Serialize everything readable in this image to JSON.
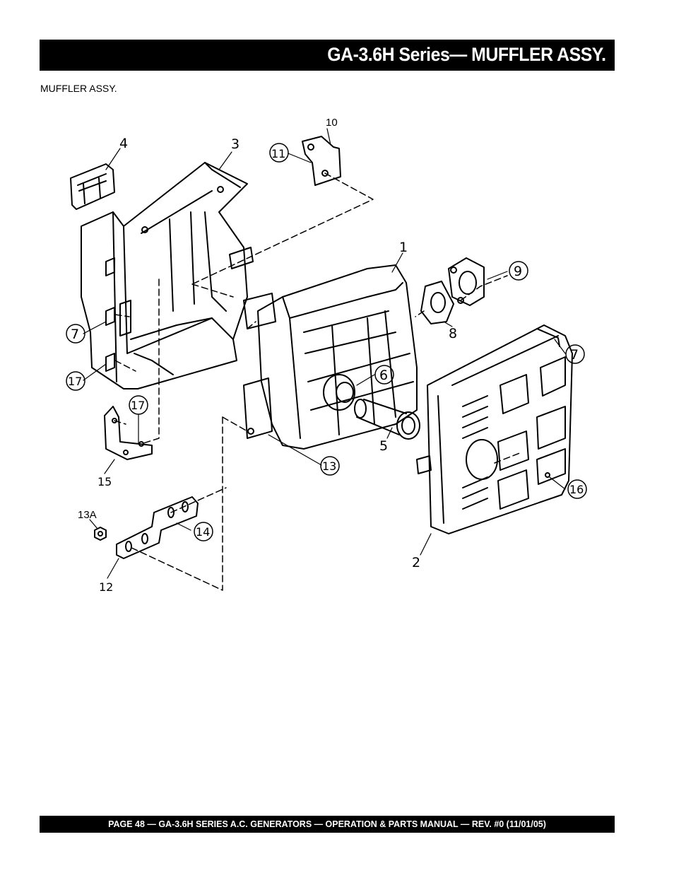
{
  "header": {
    "title": "GA-3.6H Series— MUFFLER ASSY."
  },
  "section": {
    "label": "MUFFLER ASSY."
  },
  "diagram": {
    "callouts": [
      "1",
      "2",
      "3",
      "4",
      "5",
      "6",
      "7",
      "7",
      "8",
      "9",
      "10",
      "11",
      "12",
      "13",
      "13A",
      "14",
      "15",
      "16",
      "17",
      "17"
    ]
  },
  "footer": {
    "text": "PAGE 48 — GA-3.6H SERIES A.C. GENERATORS — OPERATION & PARTS  MANUAL — REV. #0  (11/01/05)"
  }
}
